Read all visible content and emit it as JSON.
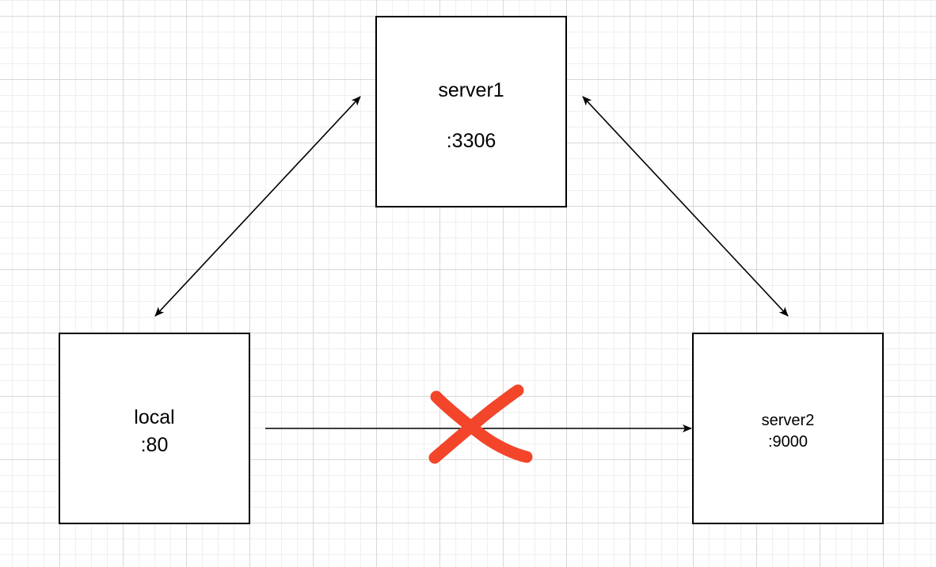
{
  "nodes": {
    "server1": {
      "name": "server1",
      "port": ":3306"
    },
    "local": {
      "name": "local",
      "port": ":80"
    },
    "server2": {
      "name": "server2",
      "port": ":9000"
    }
  },
  "edges": [
    {
      "from": "local",
      "to": "server1",
      "direction": "both",
      "status": "allowed"
    },
    {
      "from": "server1",
      "to": "server2",
      "direction": "both",
      "status": "allowed"
    },
    {
      "from": "local",
      "to": "server2",
      "direction": "forward",
      "status": "blocked"
    }
  ],
  "colors": {
    "line": "#000000",
    "blocked_mark": "#f2452a",
    "grid_major": "#d8d8d8",
    "grid_minor": "#efefef"
  },
  "icons": {
    "blocked": "cross-mark-icon"
  }
}
